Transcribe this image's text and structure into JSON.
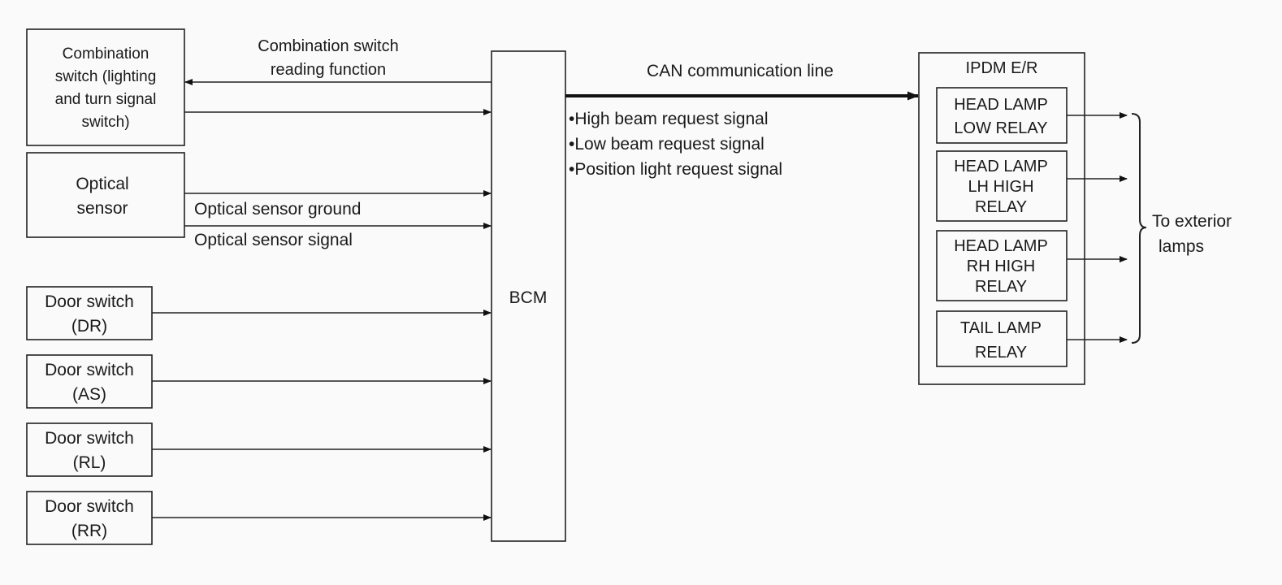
{
  "combination_switch": {
    "lines": [
      "Combination",
      "switch (lighting",
      "and turn signal",
      "switch)"
    ]
  },
  "combination_reading_label": {
    "lines": [
      "Combination switch",
      "reading function"
    ]
  },
  "optical_sensor": {
    "lines": [
      "Optical",
      "sensor"
    ]
  },
  "optical_ground_label": "Optical sensor ground",
  "optical_signal_label": "Optical sensor signal",
  "door_switches": [
    {
      "lines": [
        "Door switch",
        "(DR)"
      ]
    },
    {
      "lines": [
        "Door switch",
        "(AS)"
      ]
    },
    {
      "lines": [
        "Door switch",
        "(RL)"
      ]
    },
    {
      "lines": [
        "Door switch",
        "(RR)"
      ]
    }
  ],
  "bcm_label": "BCM",
  "can_line_label": "CAN communication line",
  "signals": [
    "•High beam request signal",
    "•Low beam request signal",
    "•Position light request signal"
  ],
  "ipdm": {
    "title": "IPDM E/R",
    "relays": [
      {
        "lines": [
          "HEAD LAMP",
          "LOW RELAY"
        ]
      },
      {
        "lines": [
          "HEAD LAMP",
          "LH HIGH",
          "RELAY"
        ]
      },
      {
        "lines": [
          "HEAD LAMP",
          "RH HIGH",
          "RELAY"
        ]
      },
      {
        "lines": [
          "TAIL LAMP",
          "RELAY"
        ]
      }
    ]
  },
  "exterior_label": {
    "lines": [
      "To exterior",
      "lamps"
    ]
  }
}
